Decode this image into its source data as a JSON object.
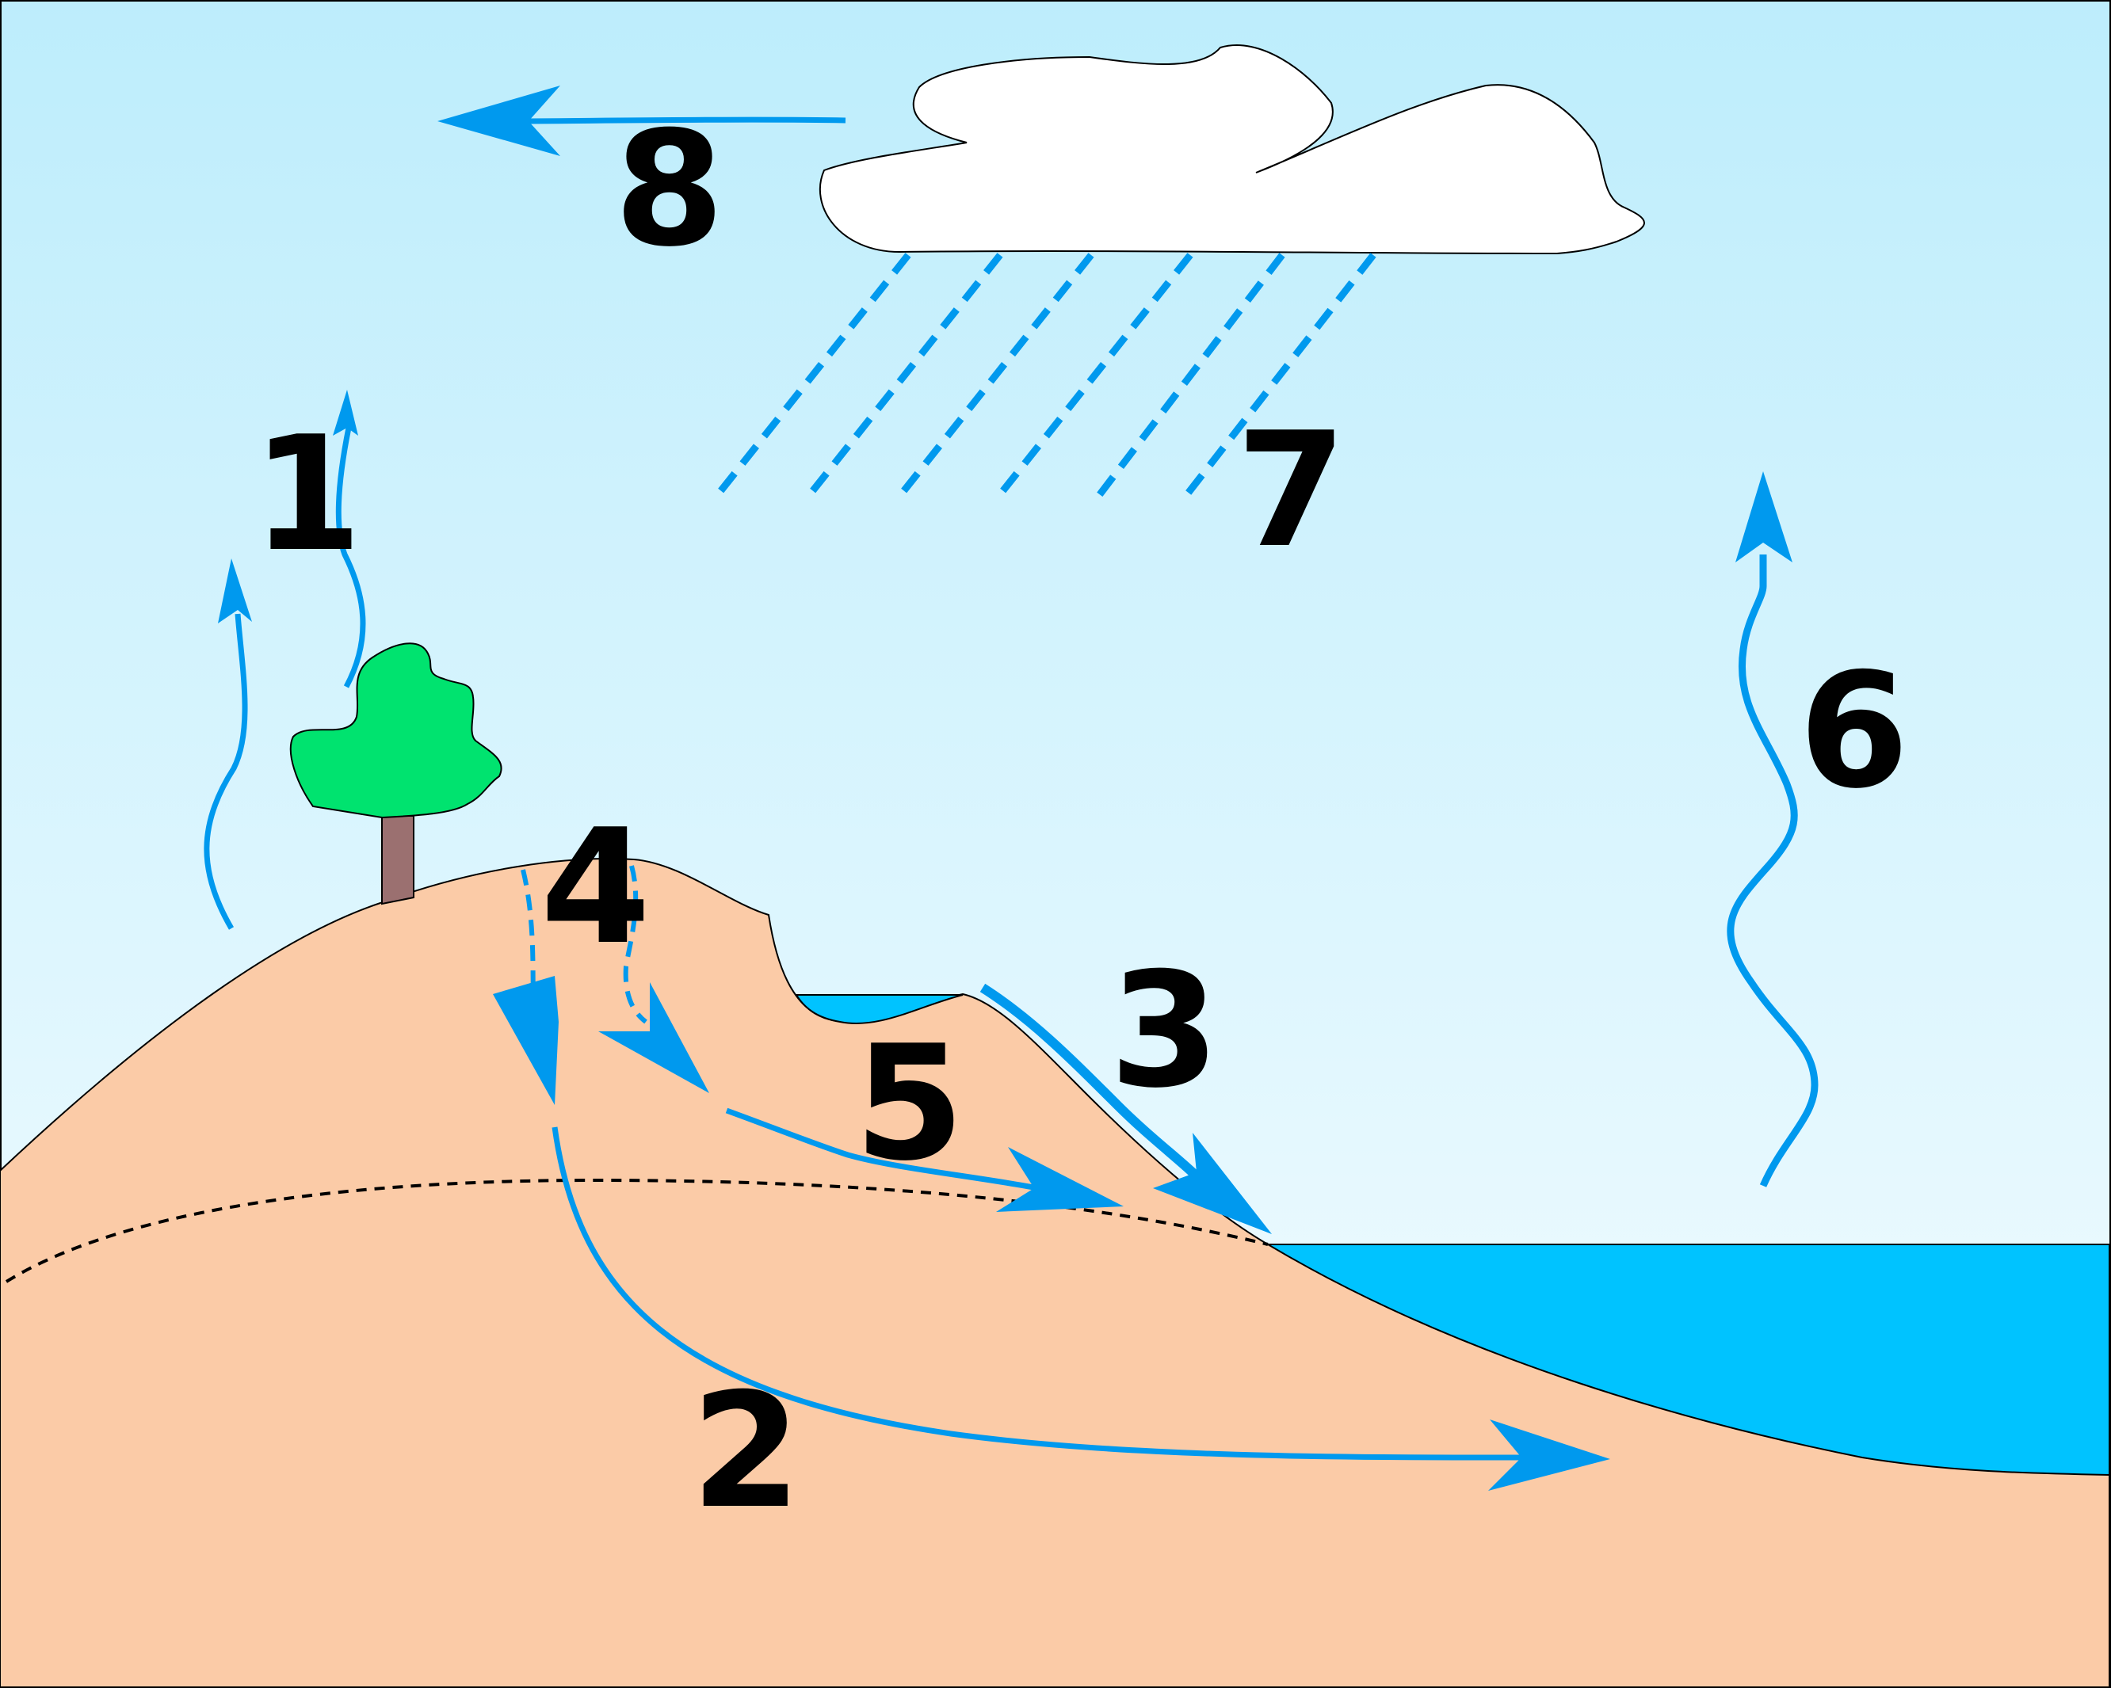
{
  "labels": {
    "evapotranspiration": "1",
    "groundwater_flow": "2",
    "surface_runoff": "3",
    "infiltration": "4",
    "interflow": "5",
    "evaporation": "6",
    "precipitation": "7",
    "advection": "8"
  },
  "colors": {
    "sky_top": "#BDEDFC",
    "sky_bottom": "#F7FDFF",
    "ground": "#FBCBA7",
    "water": "#00C3FF",
    "arrow": "#0099EE",
    "tree_canopy": "#00E36F",
    "tree_trunk": "#9B7070",
    "cloud": "#FFFFFF"
  },
  "icons": {
    "cloud": "cloud-icon",
    "tree": "tree-icon",
    "pond": "pond-icon",
    "sea": "sea-icon"
  }
}
